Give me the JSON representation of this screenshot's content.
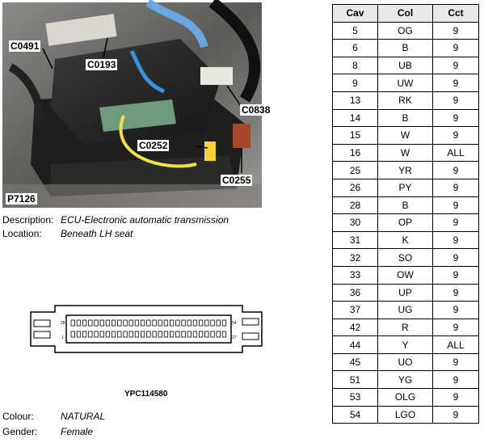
{
  "photo": {
    "callouts": {
      "c0491": "C0491",
      "c0193": "C0193",
      "c0838": "C0838",
      "c0252": "C0252",
      "c0255": "C0255"
    },
    "plate": "P7126"
  },
  "description": {
    "label": "Description:",
    "value": "ECU-Electronic automatic transmission"
  },
  "location": {
    "label": "Location:",
    "value": "Beneath LH seat"
  },
  "connector": {
    "part_number": "YPC114580",
    "pin_number_left_top": "28",
    "pin_number_left_bottom": "1",
    "pin_number_right_top": "54",
    "pin_number_right_bottom": "27"
  },
  "colour": {
    "label": "Colour:",
    "value": "NATURAL"
  },
  "gender": {
    "label": "Gender:",
    "value": "Female"
  },
  "table": {
    "headers": [
      "Cav",
      "Col",
      "Cct"
    ],
    "rows": [
      [
        "5",
        "OG",
        "9"
      ],
      [
        "6",
        "B",
        "9"
      ],
      [
        "8",
        "UB",
        "9"
      ],
      [
        "9",
        "UW",
        "9"
      ],
      [
        "13",
        "RK",
        "9"
      ],
      [
        "14",
        "B",
        "9"
      ],
      [
        "15",
        "W",
        "9"
      ],
      [
        "16",
        "W",
        "ALL"
      ],
      [
        "25",
        "YR",
        "9"
      ],
      [
        "26",
        "PY",
        "9"
      ],
      [
        "28",
        "B",
        "9"
      ],
      [
        "30",
        "OP",
        "9"
      ],
      [
        "31",
        "K",
        "9"
      ],
      [
        "32",
        "SO",
        "9"
      ],
      [
        "33",
        "OW",
        "9"
      ],
      [
        "36",
        "UP",
        "9"
      ],
      [
        "37",
        "UG",
        "9"
      ],
      [
        "42",
        "R",
        "9"
      ],
      [
        "44",
        "Y",
        "ALL"
      ],
      [
        "45",
        "UO",
        "9"
      ],
      [
        "51",
        "YG",
        "9"
      ],
      [
        "53",
        "OLG",
        "9"
      ],
      [
        "54",
        "LGO",
        "9"
      ]
    ]
  }
}
